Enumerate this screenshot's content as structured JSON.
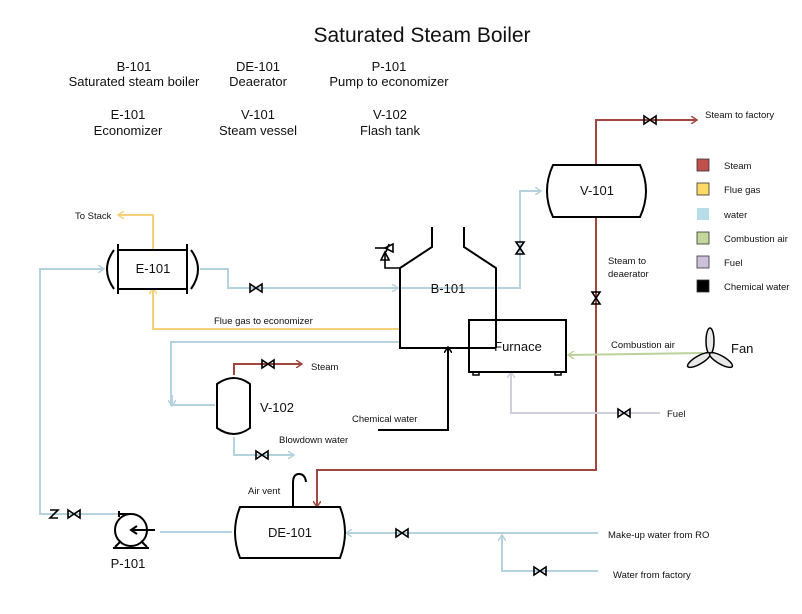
{
  "title": "Saturated Steam Boiler",
  "equipment_list": [
    {
      "tag": "B-101",
      "name": "Saturated steam boiler"
    },
    {
      "tag": "DE-101",
      "name": "Deaerator"
    },
    {
      "tag": "P-101",
      "name": "Pump to economizer"
    },
    {
      "tag": "E-101",
      "name": "Economizer"
    },
    {
      "tag": "V-101",
      "name": "Steam vessel"
    },
    {
      "tag": "V-102",
      "name": "Flash tank"
    }
  ],
  "equipment": {
    "economizer": "E-101",
    "boiler": "B-101",
    "furnace": "Furnace",
    "steam_vessel": "V-101",
    "flash_tank": "V-102",
    "deaerator": "DE-101",
    "pump": "P-101",
    "fan": "Fan"
  },
  "stream_labels": {
    "to_stack": "To Stack",
    "flue_gas_to_economizer": "Flue gas to economizer",
    "steam_to_factory": "Steam to factory",
    "steam_to_deaerator_1": "Steam to",
    "steam_to_deaerator_2": "deaerator",
    "combustion_air": "Combustion air",
    "fuel": "Fuel",
    "flash_steam": "Steam",
    "blowdown_water": "Blowdown water",
    "chemical_water": "Chemical water",
    "air_vent": "Air vent",
    "makeup_water": "Make-up water from RO",
    "water_from_factory": "Water from factory"
  },
  "legend": [
    {
      "label": "Steam",
      "color": "#c0504d"
    },
    {
      "label": "Flue gas",
      "color": "#ffd966"
    },
    {
      "label": "water",
      "color": "#b7dde8"
    },
    {
      "label": "Combustion air",
      "color": "#c3d69b"
    },
    {
      "label": "Fuel",
      "color": "#ccc0da"
    },
    {
      "label": "Chemical water",
      "color": "#000000"
    }
  ],
  "colors": {
    "steam": "#a0483f",
    "flue_gas": "#f5d27a",
    "water": "#b5d3de",
    "combustion_air": "#bcd19c",
    "fuel": "#d0cfdc",
    "chemical_water": "#000000"
  }
}
